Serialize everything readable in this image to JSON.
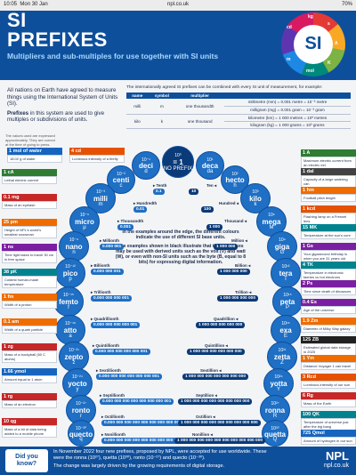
{
  "status_bar": {
    "time": "10:05",
    "date": "Mon 30 Jan",
    "url": "npl.co.uk",
    "battery": "70%"
  },
  "header": {
    "title_line1": "SI",
    "title_line2": "PREFIXES",
    "subtitle": "Multipliers and sub-multiples for use together with SI units",
    "logo_text": "SI",
    "logo_letters": [
      "cd",
      "kg",
      "s",
      "A",
      "K",
      "mol",
      "m"
    ]
  },
  "intro": {
    "p1": "All nations on Earth have agreed to measure things using the International System of Units (SI).",
    "p2_bold": "Prefixes",
    "p2_rest": " in this system are used to give multiples or subdivisions of units."
  },
  "table": {
    "caption": "The internationally agreed SI prefixes can be combined with every SI unit of measurement, for example:",
    "headers": [
      "name",
      "symbol",
      "multiplier",
      ""
    ],
    "rows": [
      [
        "milli",
        "m",
        "one thousandth",
        "millimetre (mm) = 0.001 metre = 10⁻³ metre",
        "milligram (mg) = 0.001 gram = 10⁻³ gram"
      ],
      [
        "kilo",
        "k",
        "one thousand",
        "kilometre (km) = 1 000 metres = 10³ metres",
        "kilogram (kg) = 1 000 grams = 10³ grams"
      ]
    ]
  },
  "left_note": "The values used are expressed approximately. They are correct at the time of going to press.",
  "center_text": {
    "p1": "In the examples around the edge, the different colours indicate the use of different SI base units.",
    "p2": "The examples shown in black illustrate that the SI prefixes may be used with derived units such as the volt (V) and watt (W), or even with non-SI units such as the byte (B, equal to 8 bits) for expressing digital information."
  },
  "center": {
    "power": "10⁰",
    "name": "= 1",
    "symbol": "NO PREFIX"
  },
  "prefixes_small": [
    {
      "power": "10⁻¹",
      "name": "deci",
      "symbol": "d"
    },
    {
      "power": "10⁻²",
      "name": "centi",
      "symbol": "c"
    },
    {
      "power": "10⁻³",
      "name": "milli",
      "symbol": "m"
    },
    {
      "power": "10⁻⁶",
      "name": "micro",
      "symbol": "μ"
    },
    {
      "power": "10⁻⁹",
      "name": "nano",
      "symbol": "n"
    },
    {
      "power": "10⁻¹²",
      "name": "pico",
      "symbol": "p"
    },
    {
      "power": "10⁻¹⁵",
      "name": "femto",
      "symbol": "f"
    },
    {
      "power": "10⁻¹⁸",
      "name": "atto",
      "symbol": "a"
    },
    {
      "power": "10⁻²¹",
      "name": "zepto",
      "symbol": "z"
    },
    {
      "power": "10⁻²⁴",
      "name": "yocto",
      "symbol": "y"
    },
    {
      "power": "10⁻²⁷",
      "name": "ronto",
      "symbol": "r"
    },
    {
      "power": "10⁻³⁰",
      "name": "quecto",
      "symbol": "q"
    }
  ],
  "prefixes_large": [
    {
      "power": "10¹",
      "name": "deca",
      "symbol": "da"
    },
    {
      "power": "10²",
      "name": "hecto",
      "symbol": "h"
    },
    {
      "power": "10³",
      "name": "kilo",
      "symbol": "k"
    },
    {
      "power": "10⁶",
      "name": "mega",
      "symbol": "M"
    },
    {
      "power": "10⁹",
      "name": "giga",
      "symbol": "G"
    },
    {
      "power": "10¹²",
      "name": "tera",
      "symbol": "T"
    },
    {
      "power": "10¹⁵",
      "name": "peta",
      "symbol": "P"
    },
    {
      "power": "10¹⁸",
      "name": "exa",
      "symbol": "E"
    },
    {
      "power": "10²¹",
      "name": "zetta",
      "symbol": "Z"
    },
    {
      "power": "10²⁴",
      "name": "yotta",
      "symbol": "Y"
    },
    {
      "power": "10²⁷",
      "name": "ronna",
      "symbol": "R"
    },
    {
      "power": "10³⁰",
      "name": "quetta",
      "symbol": "Q"
    }
  ],
  "multipliers_small": [
    {
      "value": "0.1",
      "label": "Tenth"
    },
    {
      "value": "0.01",
      "label": "Hundredth"
    },
    {
      "value": "0.001",
      "label": "Thousandth"
    },
    {
      "value": "0.000 001",
      "label": "Millionth"
    },
    {
      "value": "0.000 000 001",
      "label": "Billionth"
    },
    {
      "value": "0.000 000 000 001",
      "label": "Trillionth"
    },
    {
      "value": "0.000 000 000 000 001",
      "label": "Quadrillionth"
    },
    {
      "value": "0.000 000 000 000 000 001",
      "label": "Quintillionth"
    },
    {
      "value": "0.000 000 000 000 000 000 001",
      "label": "Sextillionth"
    },
    {
      "value": "0.000 000 000 000 000 000 000 001",
      "label": "Septillionth"
    },
    {
      "value": "0.000 000 000 000 000 000 000 000 001",
      "label": "Octillionth"
    },
    {
      "value": "0.000 000 000 000 000 000 000 000 000 001",
      "label": "Nonillionth"
    }
  ],
  "multipliers_large": [
    {
      "value": "10",
      "label": "Ten"
    },
    {
      "value": "100",
      "label": "Hundred"
    },
    {
      "value": "1 000",
      "label": "Thousand"
    },
    {
      "value": "1 000 000",
      "label": "Million"
    },
    {
      "value": "1 000 000 000",
      "label": "Billion"
    },
    {
      "value": "1 000 000 000 000",
      "label": "Trillion"
    },
    {
      "value": "1 000 000 000 000 000",
      "label": "Quadrillion"
    },
    {
      "value": "1 000 000 000 000 000 000",
      "label": "Quintillion"
    },
    {
      "value": "1 000 000 000 000 000 000 000",
      "label": "Sextillion"
    },
    {
      "value": "1 000 000 000 000 000 000 000 000",
      "label": "Septillion"
    },
    {
      "value": "1 000 000 000 000 000 000 000 000 000",
      "label": "Octillion"
    },
    {
      "value": "1 000 000 000 000 000 000 000 000 000 000",
      "label": "Nonillion"
    }
  ],
  "examples_left": [
    {
      "h": "1 mol of water",
      "d": "18.02 g of water",
      "color": "#1565c0"
    },
    {
      "h": "4 cd",
      "d": "Luminous intensity of a firefly",
      "color": "#e65100"
    },
    {
      "h": "1 cA",
      "d": "Lethal electric current",
      "color": "#2e7d32"
    },
    {
      "h": "0.1 mg",
      "d": "Mass of an eyelash",
      "color": "#c62828"
    },
    {
      "h": "25 pm",
      "d": "Height of NPL's world's smallest snowman",
      "color": "#ef6c00"
    },
    {
      "h": "1 ns",
      "d": "Time light takes to travel 30 cm in free space",
      "color": "#7b1fa2"
    },
    {
      "h": "38 pK",
      "d": "Coldest human-made temperature",
      "color": "#00838f"
    },
    {
      "h": "1 fm",
      "d": "Width of a proton",
      "color": "#ef6c00"
    },
    {
      "h": "0.1 am",
      "d": "Width of a quark particle",
      "color": "#ef6c00"
    },
    {
      "h": "1 zg",
      "d": "Mass of a buckyball (60 C atoms)",
      "color": "#c62828"
    },
    {
      "h": "1.66 ymol",
      "d": "Amount equal to 1 atom",
      "color": "#1565c0"
    },
    {
      "h": "1 rg",
      "d": "Mass of an electron",
      "color": "#c62828"
    },
    {
      "h": "10 qg",
      "d": "Mass of a bit of data being added to a mobile phone",
      "color": "#c62828"
    }
  ],
  "examples_right": [
    {
      "h": "1 A",
      "d": "Maximum electric current from an electric eel",
      "color": "#2e7d32"
    },
    {
      "h": "1 dal",
      "d": "Capacity of a large watering can",
      "color": "#424242"
    },
    {
      "h": "1 hm",
      "d": "Football pitch length",
      "color": "#ef6c00"
    },
    {
      "h": "1 kcd",
      "d": "Flashing lamp on a Fresnel lens",
      "color": "#e65100"
    },
    {
      "h": "15 MK",
      "d": "Temperature at the sun's core",
      "color": "#00838f"
    },
    {
      "h": "1 Gs",
      "d": "Your gigasecond birthday is when you are 31 years old",
      "color": "#7b1fa2"
    },
    {
      "h": "4 TK",
      "d": "Temperature in electronic faeries vs hot electrons",
      "color": "#00838f"
    },
    {
      "h": "2 Ps",
      "d": "Time since death of dinosaurs",
      "color": "#7b1fa2"
    },
    {
      "h": "0.4 Es",
      "d": "Age of the universe",
      "color": "#7b1fa2"
    },
    {
      "h": "1.9 Zm",
      "d": "Diameter of Milky Way galaxy",
      "color": "#ef6c00"
    },
    {
      "h": "125 ZB",
      "d": "Estimated global data storage in 2025",
      "color": "#212121"
    },
    {
      "h": "1 Ym",
      "d": "Distance Voyager 1 can travel",
      "color": "#ef6c00"
    },
    {
      "h": "3 Rcd",
      "d": "Luminous intensity of our sun",
      "color": "#e65100"
    },
    {
      "h": "6 Rg",
      "d": "Mass of the Earth",
      "color": "#c62828"
    },
    {
      "h": "100 QK",
      "d": "Temperature of universe just after the big bang",
      "color": "#00838f"
    },
    {
      "h": "725 Qmol",
      "d": "Amount of hydrogen in our sun",
      "color": "#1565c0"
    }
  ],
  "footer": {
    "dyk": "Did you know?",
    "text1": "In November 2022 four new prefixes, proposed by NPL, were accepted for use worldwide. These were the ronna (10²⁷), quetta (10³⁰), ronto (10⁻²⁷) and quecto (10⁻³⁰).",
    "text2": "The change was largely driven by the growing requirements of digital storage.",
    "logo": "NPL",
    "url": "npl.co.uk"
  }
}
